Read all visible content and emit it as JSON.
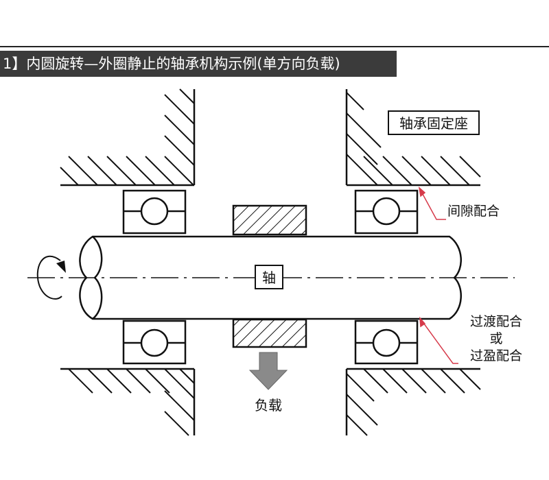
{
  "title": "1】内圆旋转—外圈静止的轴承机构示例(单方向负载)",
  "labels": {
    "bearing_seat": "轴承固定座",
    "clearance_fit": "间隙配合",
    "transition_fit_line1": "过渡配合",
    "transition_fit_or": "或",
    "transition_fit_line2": "过盈配合",
    "shaft": "轴",
    "load": "负载"
  },
  "colors": {
    "line": "#111111",
    "title_bg": "#3b3b3b",
    "title_text": "#ffffff",
    "pointer": "#d63a4a",
    "arrow_fill": "#8a8a8a"
  }
}
